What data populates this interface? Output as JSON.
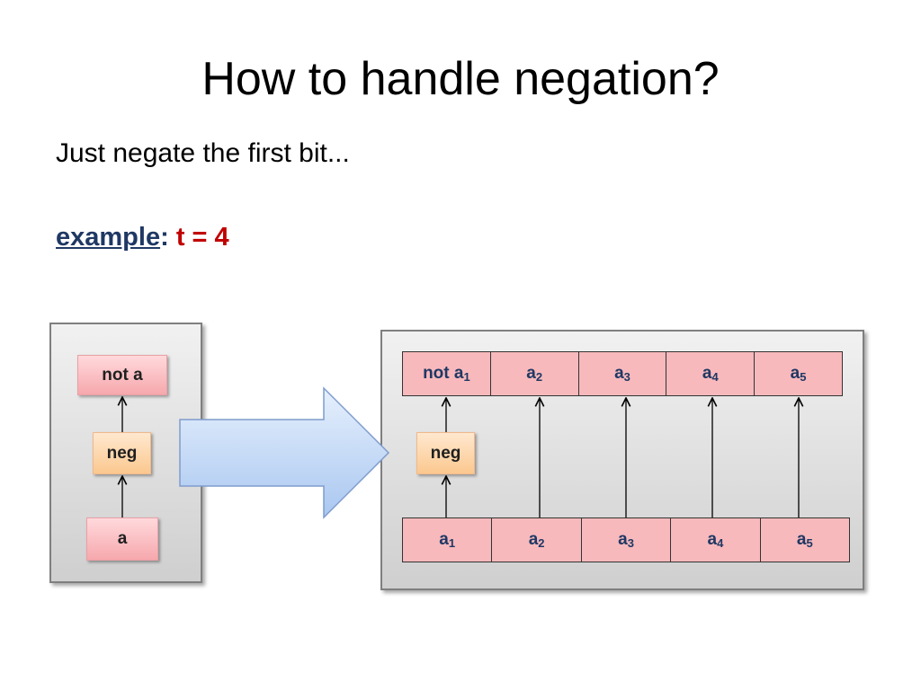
{
  "slide": {
    "title": "How to handle negation?",
    "subtitle": "Just negate the first bit...",
    "example": {
      "word": "example",
      "colon": ":",
      "value": "t = 4"
    }
  },
  "left_diagram": {
    "top_label": "not a",
    "mid_label": "neg",
    "bottom_label": "a"
  },
  "right_diagram": {
    "neg_label": "neg",
    "top_row": [
      {
        "name": "not a",
        "sub": "1"
      },
      {
        "name": "a",
        "sub": "2"
      },
      {
        "name": "a",
        "sub": "3"
      },
      {
        "name": "a",
        "sub": "4"
      },
      {
        "name": "a",
        "sub": "5"
      }
    ],
    "bottom_row": [
      {
        "name": "a",
        "sub": "1"
      },
      {
        "name": "a",
        "sub": "2"
      },
      {
        "name": "a",
        "sub": "3"
      },
      {
        "name": "a",
        "sub": "4"
      },
      {
        "name": "a",
        "sub": "5"
      }
    ]
  },
  "colors": {
    "title_blue": "#1f3864",
    "value_red": "#c00000",
    "cell_pink": "#f8b9bc",
    "neg_peach": "#fbc88f",
    "arrow_blue": "#c6dbf7"
  }
}
